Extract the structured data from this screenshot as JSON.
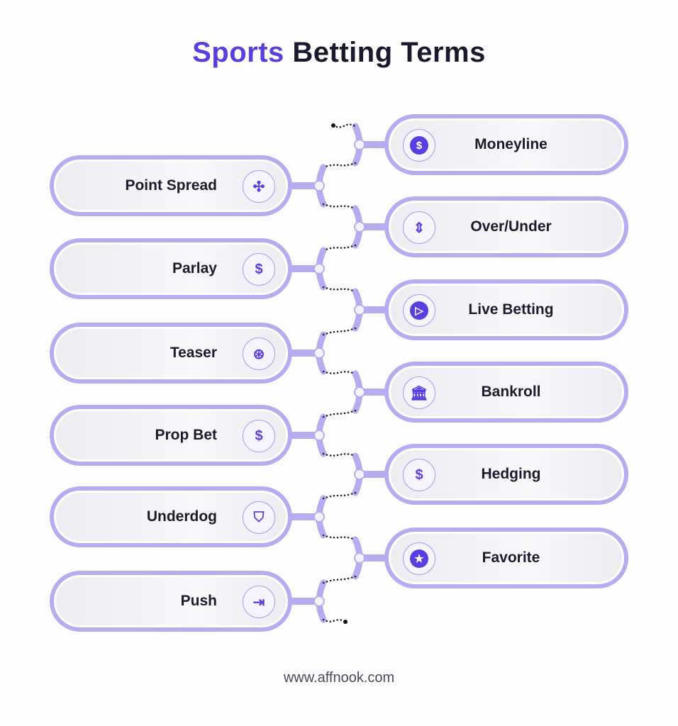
{
  "title": {
    "accent": "Sports",
    "rest": " Betting Terms"
  },
  "left_terms": [
    {
      "label": "Point Spread",
      "icon": "arrows-inward-icon",
      "glyph": "✣"
    },
    {
      "label": "Parlay",
      "icon": "money-hand-icon",
      "glyph": "$"
    },
    {
      "label": "Teaser",
      "icon": "film-reel-icon",
      "glyph": "⊛"
    },
    {
      "label": "Prop Bet",
      "icon": "hand-dollar-icon",
      "glyph": "$"
    },
    {
      "label": "Underdog",
      "icon": "shield-icon",
      "glyph": "⛉"
    },
    {
      "label": "Push",
      "icon": "push-joystick-icon",
      "glyph": "⇥"
    }
  ],
  "right_terms": [
    {
      "label": "Moneyline",
      "icon": "dollar-coin-icon",
      "glyph": "$"
    },
    {
      "label": "Over/Under",
      "icon": "mouse-updown-icon",
      "glyph": "⇕"
    },
    {
      "label": "Live Betting",
      "icon": "play-icon",
      "glyph": "▷"
    },
    {
      "label": "Bankroll",
      "icon": "bank-icon",
      "glyph": "🏛"
    },
    {
      "label": "Hedging",
      "icon": "hedging-dollar-icon",
      "glyph": "$"
    },
    {
      "label": "Favorite",
      "icon": "star-icon",
      "glyph": "★"
    }
  ],
  "solid_right": [
    true,
    false,
    true,
    false,
    false,
    true
  ],
  "footer": "www.affnook.com",
  "colors": {
    "accent": "#5a3fe0",
    "border": "#b6adf0",
    "text": "#1b1b2b"
  }
}
